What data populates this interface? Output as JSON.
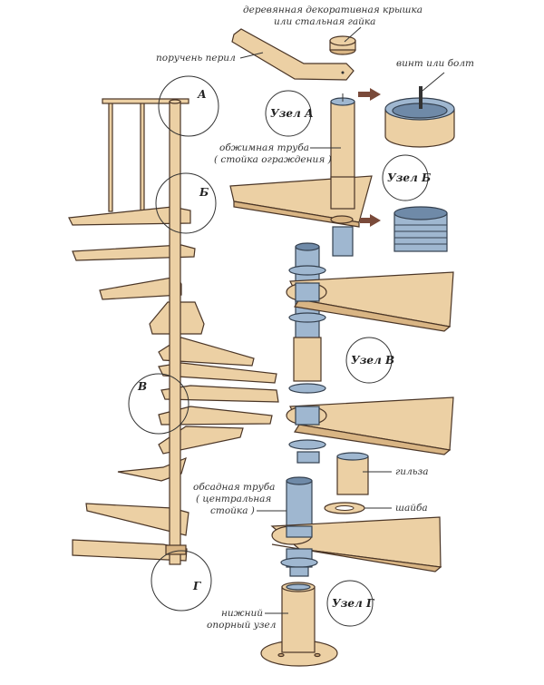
{
  "title": "Spiral staircase assembly diagram",
  "labels": {
    "cap": [
      "деревянная декоративная крышка",
      "или стальная гайка"
    ],
    "handrail": "поручень перил",
    "screw": "винт или болт",
    "crimp_tube": [
      "обжимная труба",
      "( стойка ограждения )"
    ],
    "casing_tube": [
      "обсадная труба",
      "( центральная",
      "стойка )"
    ],
    "sleeve": "гильза",
    "washer": "шайба",
    "base": [
      "нижний",
      "опорный узел"
    ]
  },
  "nodes": {
    "a": "Узел А",
    "b": "Узел Б",
    "v": "Узел В",
    "g": "Узел Г"
  },
  "overview_markers": [
    "А",
    "Б",
    "В",
    "Г"
  ],
  "colors": {
    "wood": "#ecd0a4",
    "steel": "#9fb7d0",
    "arrow": "#7a4a3a"
  }
}
